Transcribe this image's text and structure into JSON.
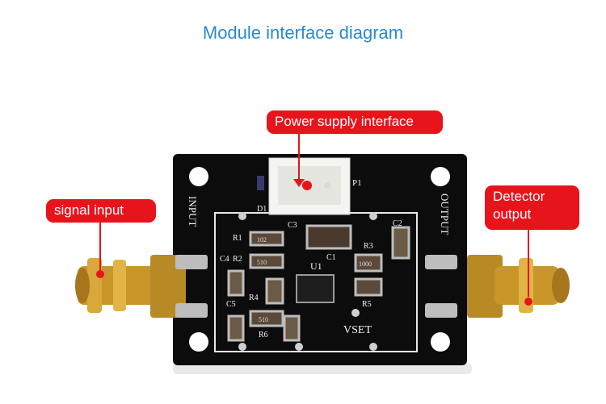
{
  "title": "Module interface diagram",
  "callouts": {
    "power": "Power supply interface",
    "signal": "signal input",
    "detector": "Detector output"
  },
  "board": {
    "left_port": "INPUT",
    "right_port": "OUTPUT",
    "connector": "P1",
    "chip": "U1",
    "vset": "VSET",
    "components": [
      "R1",
      "C4",
      "R2",
      "C5",
      "R4",
      "R6",
      "R3",
      "C1",
      "C2",
      "C3",
      "R5",
      "D1"
    ],
    "resistor_codes": [
      "102",
      "510",
      "1000",
      "510"
    ]
  },
  "colors": {
    "accent": "#2a8ad0",
    "callout": "#e8141c",
    "pcb": "#0c0c0c"
  }
}
